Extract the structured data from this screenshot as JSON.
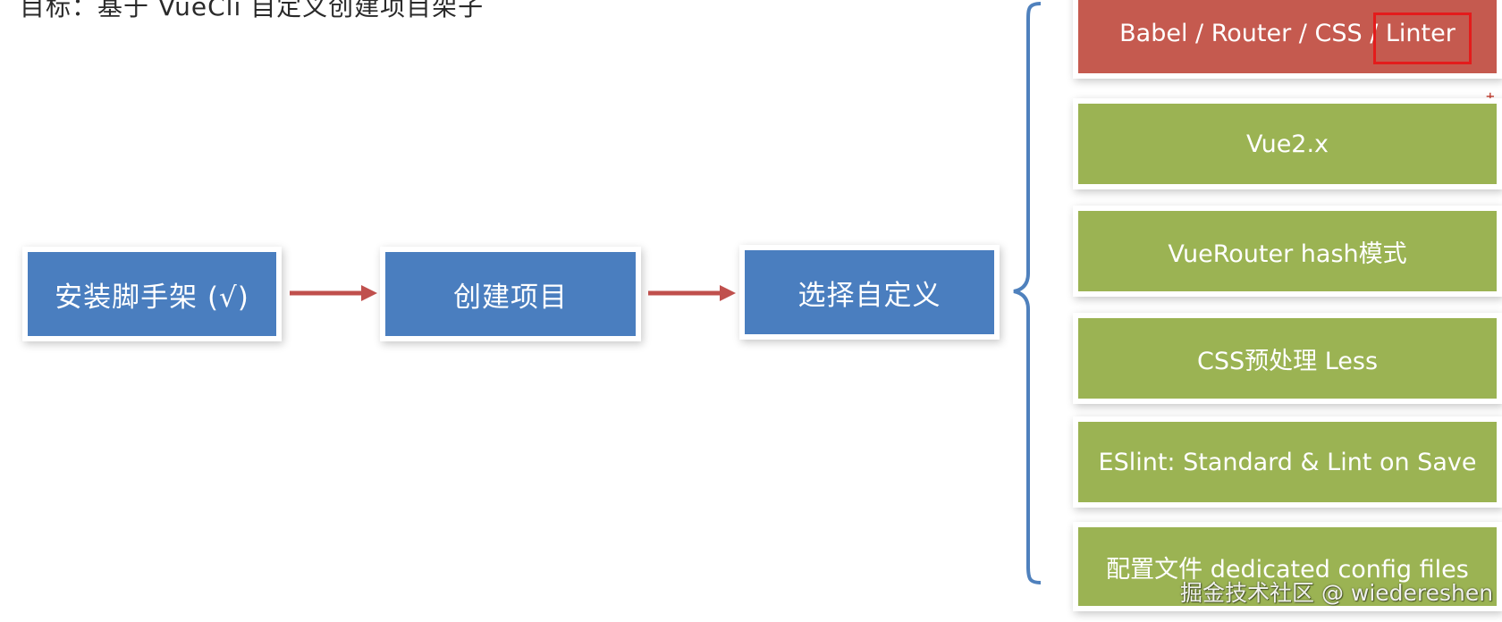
{
  "title": "目标：基于 VueCli 自定义创建项目架子",
  "steps": [
    {
      "label": "安装脚手架 (√)"
    },
    {
      "label": "创建项目"
    },
    {
      "label": "选择自定义"
    }
  ],
  "options": [
    {
      "label": "Babel / Router / CSS / Linter",
      "color": "#c55a4f"
    },
    {
      "label": "Vue2.x",
      "color": "#9bb353"
    },
    {
      "label": "VueRouter hash模式",
      "color": "#9bb353"
    },
    {
      "label": "CSS预处理 Less",
      "color": "#9bb353"
    },
    {
      "label": "ESlint: Standard & Lint on Save",
      "color": "#9bb353"
    },
    {
      "label": "配置文件 dedicated config files",
      "color": "#9bb353"
    }
  ],
  "highlight": {
    "target": "Linter",
    "color": "#e41b1b"
  },
  "plus_mark": "+",
  "colors": {
    "step_blue": "#4a7ebf",
    "arrow_red": "#c0504d",
    "brace_blue": "#4f81bd"
  },
  "watermark": "掘金技术社区 @ wiedereshen"
}
